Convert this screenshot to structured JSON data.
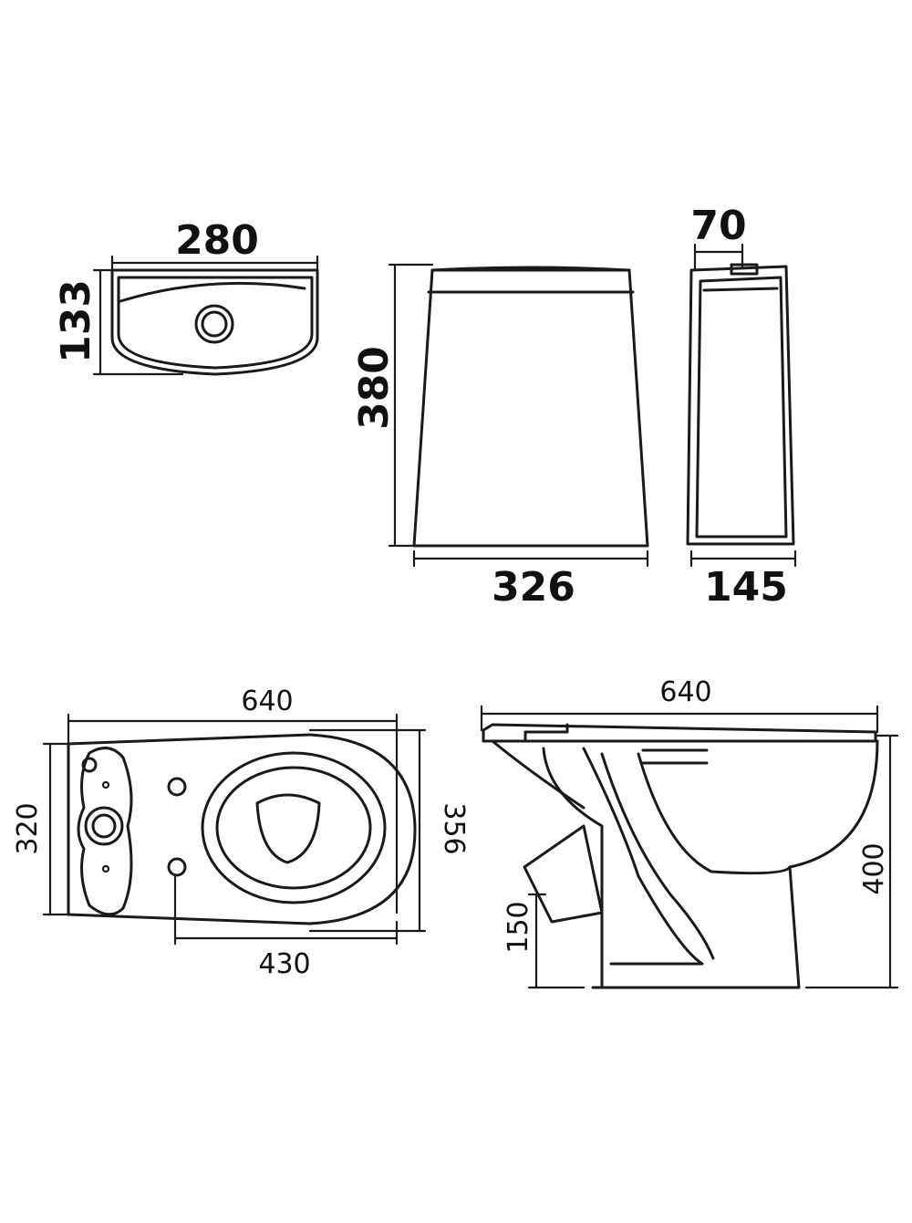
{
  "dimensions": {
    "cistern_width": "280",
    "cistern_depth": "133",
    "cistern_height": "380",
    "cistern_front_width": "326",
    "cistern_offset": "70",
    "cistern_side_depth": "145",
    "bowl_length": "640",
    "bowl_width": "320",
    "bowl_outer_width": "356",
    "bolt_to_front": "430",
    "side_length": "640",
    "bowl_height": "400",
    "outlet_height": "150"
  }
}
